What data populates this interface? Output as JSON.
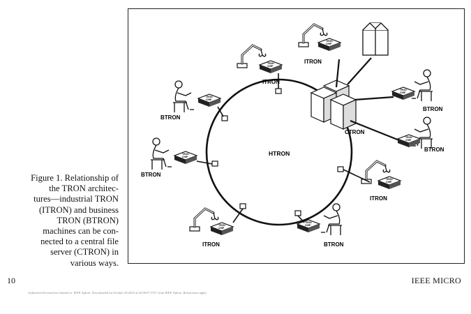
{
  "figure": {
    "center_label": "HTRON",
    "file_server_label": "CTRON",
    "chip_label_line1": "TRON",
    "chip_label_line2": "CHIP",
    "nodes": [
      {
        "label": "ITRON"
      },
      {
        "label": "ITRON"
      },
      {
        "label": "BTRON"
      },
      {
        "label": "BTRON"
      },
      {
        "label": "BTRON"
      },
      {
        "label": "ITRON"
      },
      {
        "label": "BTRON"
      },
      {
        "label": "ITRON"
      },
      {
        "label": "BTRON"
      }
    ]
  },
  "caption": {
    "lines": [
      "Figure 1. Relationship of",
      "the TRON architec-",
      "tures—industrial TRON",
      "(ITRON) and business",
      "TRON (BTRON)",
      "machines can be con-",
      "nected to a central file",
      "server (CTRON) in",
      "various ways."
    ]
  },
  "footer": {
    "page_number": "10",
    "journal": "IEEE MICRO",
    "note": "Authorized licensed use limited to: IEEE Xplore. Downloaded on October 20,2023 at 02:00:07 UTC from IEEE Xplore. Restrictions apply."
  }
}
